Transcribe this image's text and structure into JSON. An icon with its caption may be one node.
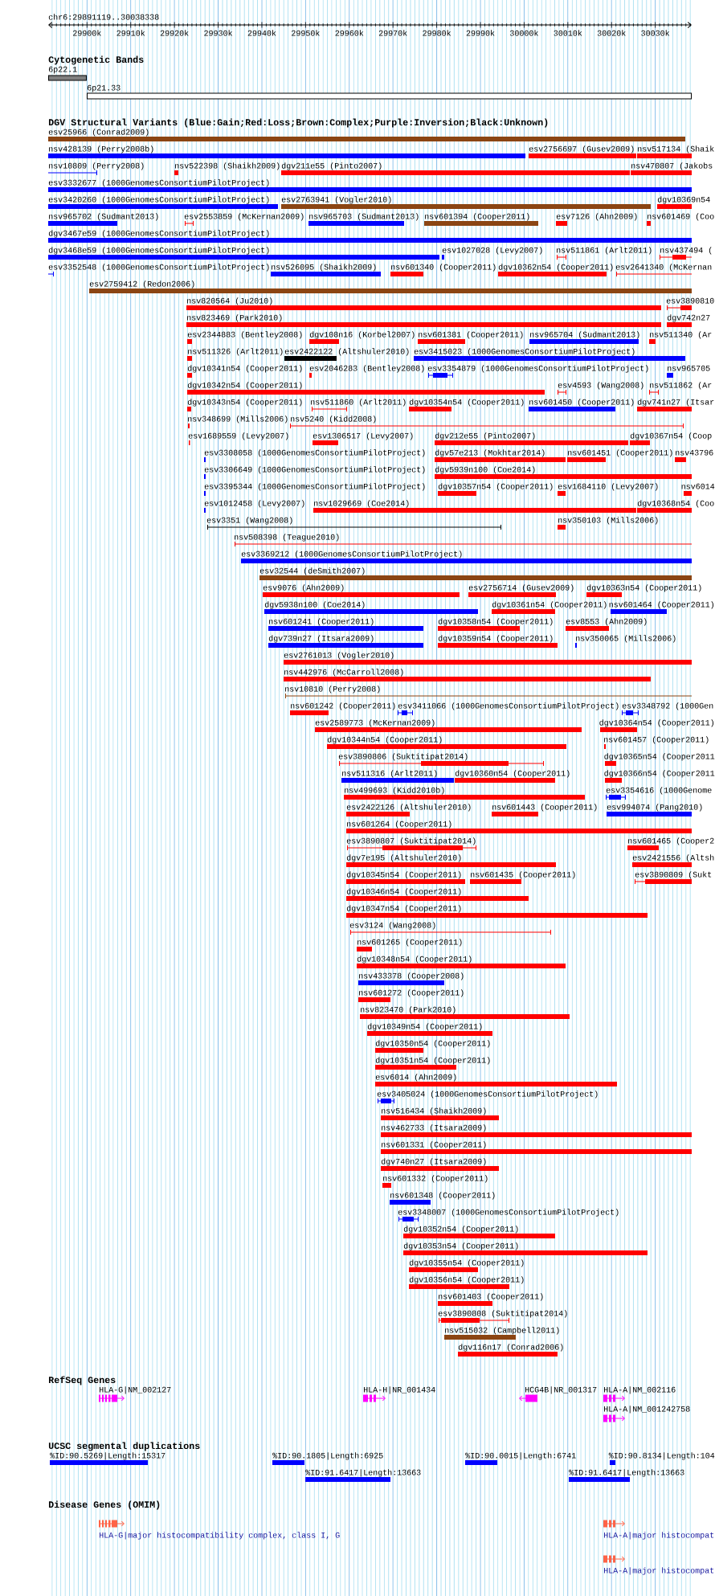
{
  "diagram": {
    "title": "chr6:29891119..30038338",
    "labels": [
      "29900k",
      "29910k",
      "29920k",
      "29930k",
      "29940k",
      "29950k",
      "29960k",
      "29970k",
      "29980k",
      "29990k",
      "30000k",
      "30010k",
      "30020k",
      "30030k",
      "Cytogenetic Bands",
      "6p22.1",
      "6p21.33",
      "DGV Structural Variants (Blue:Gain;Red:Loss;Brown:Complex;Purple:Inversion;Black:Unknown)",
      "esv25966 (Conrad2009)",
      "nsv428139 (Perry2008b)",
      "esv2756697 (Gusev2009)",
      "nsv517134 (Shaik",
      "nsv10809 (Perry2008)",
      "nsv522398 (Shaikh2009)",
      "dgv211e55 (Pinto2007)",
      "nsv470807 (Jakobs",
      "esv3332677 (1000GenomesConsortiumPilotProject)",
      "esv3420260 (1000GenomesConsortiumPilotProject)",
      "esv2763941 (Vogler2010)",
      "dgv10369n54",
      "nsv965702 (Sudmant2013)",
      "esv2553859 (McKernan2009)",
      "nsv965703 (Sudmant2013)",
      "nsv601394 (Cooper2011)",
      "esv7126 (Ahn2009)",
      "nsv601469 (Coo",
      "dgv3467e59 (1000GenomesConsortiumPilotProject)",
      "dgv3468e59 (1000GenomesConsortiumPilotProject)",
      "esv1027028 (Levy2007)",
      "nsv511861 (Arlt2011)",
      "nsv437494 (",
      "esv3352548 (1000GenomesConsortiumPilotProject)",
      "nsv526095 (Shaikh2009)",
      "nsv601340 (Cooper2011)",
      "dgv10362n54 (Cooper2011)",
      "esv2641340 (McKernan",
      "esv2759412 (Redon2006)",
      "nsv820564 (Ju2010)",
      "esv3890810",
      "nsv823469 (Park2010)",
      "dgv742n27",
      "esv2344883 (Bentley2008)",
      "dgv108n16 (Korbel2007)",
      "nsv601381 (Cooper2011)",
      "nsv965704 (Sudmant2013)",
      "nsv511340 (Ar",
      "nsv511326 (Arlt2011)",
      "esv2422122 (Altshuler2010)",
      "esv3415023 (1000GenomesConsortiumPilotProject)",
      "dgv10341n54 (Cooper2011)",
      "esv2046283 (Bentley2008)",
      "esv3354879 (1000GenomesConsortiumPilotProject)",
      "nsv965705",
      "dgv10342n54 (Cooper2011)",
      "esv4593 (Wang2008)",
      "nsv511862 (Ar",
      "dgv10343n54 (Cooper2011)",
      "nsv511860 (Arlt2011)",
      "dgv10354n54 (Cooper2011)",
      "nsv601450 (Cooper2011)",
      "dgv741n27 (Itsar",
      "nsv348699 (Mills2006)",
      "nsv5240 (Kidd2008)",
      "esv1689559 (Levy2007)",
      "esv1306517 (Levy2007)",
      "dgv212e55 (Pinto2007)",
      "dgv10367n54 (Coop",
      "esv3308058 (1000GenomesConsortiumPilotProject)",
      "dgv57e213 (Mokhtar2014)",
      "nsv601451 (Cooper2011)",
      "nsv43796",
      "esv3306649 (1000GenomesConsortiumPilotProject)",
      "dgv5939n100 (Coe2014)",
      "esv3395344 (1000GenomesConsortiumPilotProject)",
      "dgv10357n54 (Cooper2011)",
      "esv1684110 (Levy2007)",
      "nsv6014",
      "esv1012458 (Levy2007)",
      "nsv1029669 (Coe2014)",
      "dgv10368n54 (Coo",
      "esv3351 (Wang2008)",
      "nsv350103 (Mills2006)",
      "nsv508398 (Teague2010)",
      "esv3369212 (1000GenomesConsortiumPilotProject)",
      "esv32544 (deSmith2007)",
      "esv9076 (Ahn2009)",
      "esv2756714 (Gusev2009)",
      "dgv10363n54 (Cooper2011)",
      "dgv5938n100 (Coe2014)",
      "dgv10361n54 (Cooper2011)",
      "nsv601464 (Cooper2011)",
      "nsv601241 (Cooper2011)",
      "dgv10358n54 (Cooper2011)",
      "esv8553 (Ahn2009)",
      "dgv739n27 (Itsara2009)",
      "dgv10359n54 (Cooper2011)",
      "nsv350065 (Mills2006)",
      "esv2761013 (Vogler2010)",
      "nsv442976 (McCarroll2008)",
      "nsv10810 (Perry2008)",
      "nsv601242 (Cooper2011)",
      "esv3411066 (1000GenomesConsortiumPilotProject)",
      "esv3348792 (1000Gen",
      "esv2589773 (McKernan2009)",
      "dgv10364n54 (Cooper2011)",
      "dgv10344n54 (Cooper2011)",
      "nsv601457 (Cooper2011)",
      "esv3890806 (Suktitipat2014)",
      "dgv10365n54 (Cooper2011",
      "nsv511316 (Arlt2011)",
      "dgv10360n54 (Cooper2011)",
      "dgv10366n54 (Cooper2011",
      "nsv499693 (Kidd2010b)",
      "esv3354616 (1000Genome",
      "esv2422126 (Altshuler2010)",
      "nsv601443 (Cooper2011)",
      "esv994074 (Pang2010)",
      "nsv601264 (Cooper2011)",
      "esv3890807 (Suktitipat2014)",
      "nsv601465 (Cooper2",
      "dgv7e195 (Altshuler2010)",
      "esv2421556 (Altsh",
      "dgv10345n54 (Cooper2011)",
      "nsv601435 (Cooper2011)",
      "esv3890809 (Sukt",
      "dgv10346n54 (Cooper2011)",
      "dgv10347n54 (Cooper2011)",
      "esv3124 (Wang2008)",
      "nsv601265 (Cooper2011)",
      "dgv10348n54 (Cooper2011)",
      "nsv433378 (Cooper2008)",
      "nsv601272 (Cooper2011)",
      "nsv823470 (Park2010)",
      "dgv10349n54 (Cooper2011)",
      "dgv10350n54 (Cooper2011)",
      "dgv10351n54 (Cooper2011)",
      "esv6014 (Ahn2009)",
      "esv3405024 (1000GenomesConsortiumPilotProject)",
      "nsv516434 (Shaikh2009)",
      "nsv462733 (Itsara2009)",
      "nsv601331 (Cooper2011)",
      "dgv740n27 (Itsara2009)",
      "nsv601332 (Cooper2011)",
      "nsv601348 (Cooper2011)",
      "esv3348007 (1000GenomesConsortiumPilotProject)",
      "dgv10352n54 (Cooper2011)",
      "dgv10353n54 (Cooper2011)",
      "dgv10355n54 (Cooper2011)",
      "dgv10356n54 (Cooper2011)",
      "nsv601403 (Cooper2011)",
      "esv3890808 (Suktitipat2014)",
      "nsv515032 (Campbell2011)",
      "dgv116n17 (Conrad2006)",
      "RefSeq Genes",
      "HLA-G|NM_002127",
      "HLA-H|NR_001434",
      "HCG4B|NR_001317",
      "HLA-A|NM_002116",
      "HLA-A|NM_001242758",
      "UCSC segmental duplications",
      "%ID:90.5269|Length:15317",
      "%ID:90.1805|Length:6925",
      "%ID:90.0015|Length:6741",
      "%ID:90.8134|Length:104",
      "%ID:91.6417|Length:13663",
      "%ID:91.6417|Length:13663",
      "Disease Genes (OMIM)",
      "HLA-G|major histocompatibility complex, class I, G",
      "HLA-A|major histocompat",
      "HLA-A|major histocompat"
    ]
  }
}
